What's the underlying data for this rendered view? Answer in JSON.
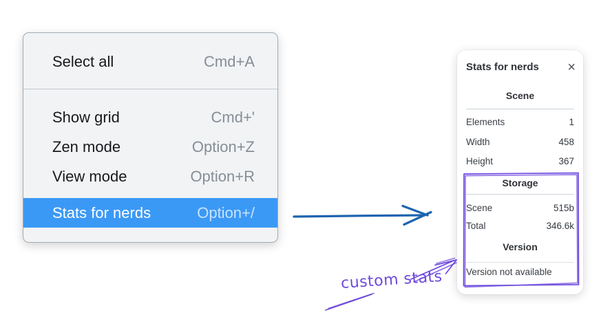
{
  "context_menu": {
    "items": [
      {
        "label": "Select all",
        "shortcut": "Cmd+A"
      },
      {
        "label": "Show grid",
        "shortcut": "Cmd+'"
      },
      {
        "label": "Zen mode",
        "shortcut": "Option+Z"
      },
      {
        "label": "View mode",
        "shortcut": "Option+R"
      },
      {
        "label": "Stats for nerds",
        "shortcut": "Option+/"
      }
    ],
    "highlighted_item": "Stats for nerds"
  },
  "stats_panel": {
    "title": "Stats for nerds",
    "close_icon": "×",
    "sections": [
      {
        "title": "Scene",
        "rows": [
          {
            "label": "Elements",
            "value": "1"
          },
          {
            "label": "Width",
            "value": "458"
          },
          {
            "label": "Height",
            "value": "367"
          }
        ]
      },
      {
        "title": "Storage",
        "rows": [
          {
            "label": "Scene",
            "value": "515b"
          },
          {
            "label": "Total",
            "value": "346.6k"
          }
        ]
      },
      {
        "title": "Version",
        "note": "Version not available"
      }
    ]
  },
  "annotation": {
    "label": "custom stats"
  },
  "colors": {
    "menu_highlight_blue": "#3b99f6",
    "flow_arrow_blue": "#1e64af",
    "annotation_purple": "#6d49dd",
    "menu_background": "#f1f3f5",
    "panel_background": "#ffffff"
  }
}
